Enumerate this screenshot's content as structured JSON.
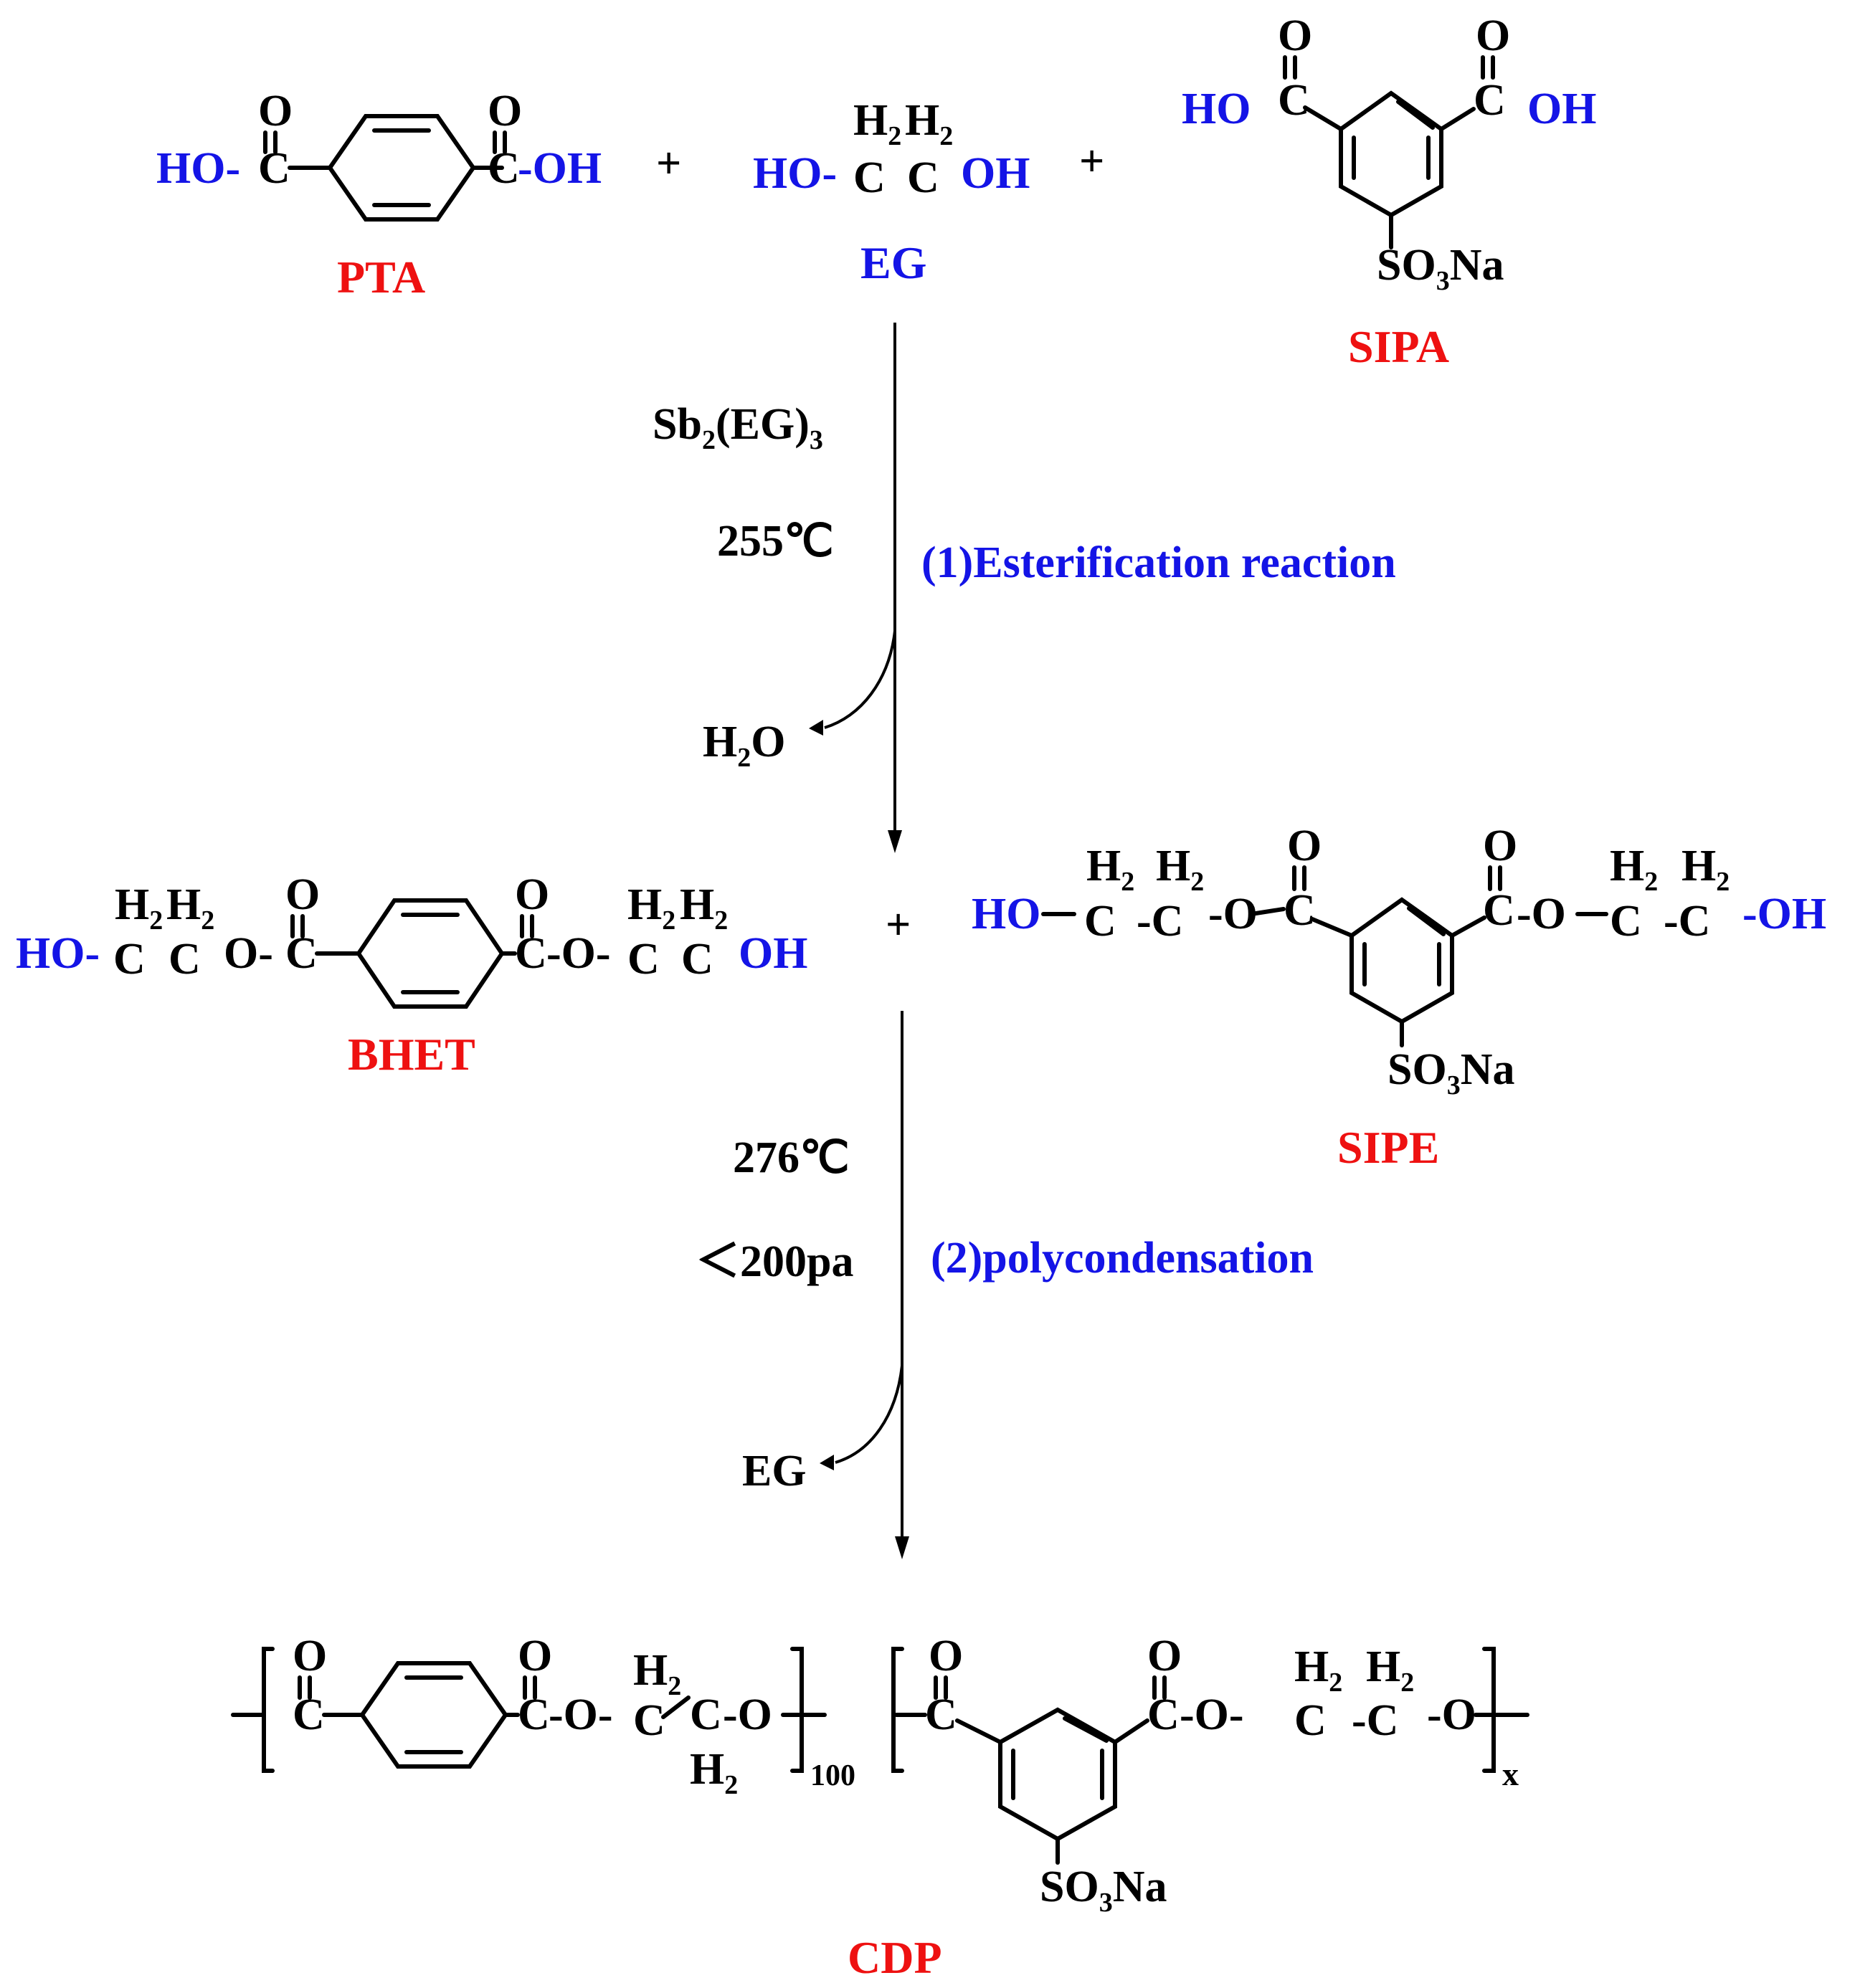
{
  "colors": {
    "group": "#1414e6",
    "name": "#ee1111",
    "atom": "#000000"
  },
  "reactants": {
    "pta": {
      "name": "PTA",
      "left_group": "HO-",
      "right_group": "-OH",
      "carbonyl": "C",
      "oxygen": "O"
    },
    "eg": {
      "name": "EG",
      "h2_a": "H",
      "h2_b": "H",
      "sub2": "2",
      "left_group": "HO-",
      "c1": "C",
      "c2": "C",
      "right_group": "OH"
    },
    "sipa": {
      "name": "SIPA",
      "left_group": "HO",
      "right_group": "OH",
      "carbonyl": "C",
      "oxygen": "O",
      "so3": "SO",
      "sub3": "3",
      "na": "Na"
    },
    "plus": "+"
  },
  "step1": {
    "catalyst_main": "Sb",
    "catalyst_sub2": "2",
    "catalyst_mid": "(EG)",
    "catalyst_sub3": "3",
    "temperature": "255℃",
    "label": "(1)Esterification reaction",
    "byproduct_main": "H",
    "byproduct_sub": "2",
    "byproduct_tail": "O"
  },
  "intermediates": {
    "bhet": {
      "name": "BHET",
      "left_group": "HO-",
      "right_group": "OH",
      "h": "H",
      "sub2": "2",
      "c": "C",
      "o": "O",
      "link_o": "O-",
      "link_c": "C"
    },
    "sipe": {
      "name": "SIPE",
      "left_group": "HO",
      "right_group": "-OH",
      "h": "H",
      "sub2": "2",
      "c": "C",
      "o": "O",
      "so3": "SO",
      "sub3": "3",
      "na": "Na"
    },
    "plus": "+"
  },
  "step2": {
    "temperature": "276℃",
    "pressure": "＜200pa",
    "label": "(2)polycondensation",
    "byproduct": "EG"
  },
  "product": {
    "name": "CDP",
    "repeat_n": "100",
    "repeat_x": "x",
    "h": "H",
    "sub2": "2",
    "c": "C",
    "o": "O",
    "so3": "SO",
    "sub3": "3",
    "na": "Na"
  }
}
